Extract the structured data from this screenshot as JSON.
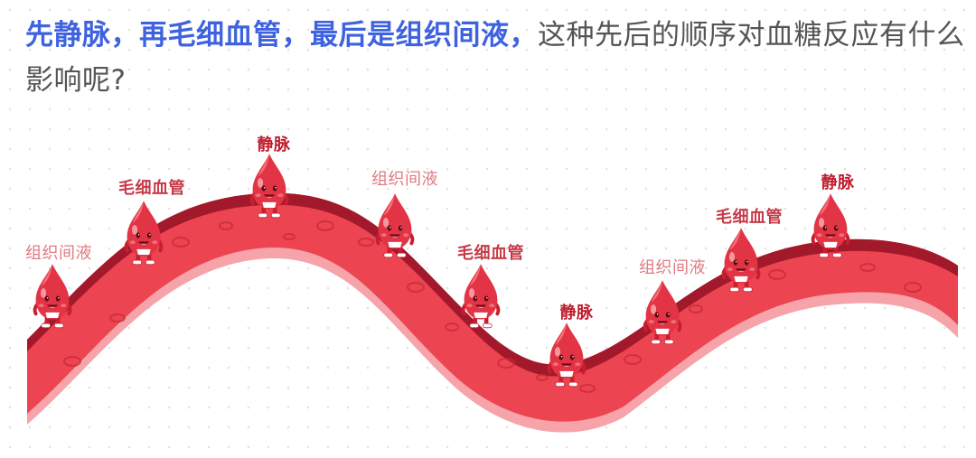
{
  "headline": {
    "highlight": "先静脉，再毛细血管，最后是组织间液，",
    "rest": "这种先后的顺序对血糖反应有什么影响呢?"
  },
  "stages": [
    {
      "type": "tissue",
      "label": "组织间液"
    },
    {
      "type": "cap",
      "label": "毛细血管"
    },
    {
      "type": "vein",
      "label": "静脉"
    },
    {
      "type": "tissue",
      "label": "组织间液"
    },
    {
      "type": "cap",
      "label": "毛细血管"
    },
    {
      "type": "vein",
      "label": "静脉"
    },
    {
      "type": "tissue",
      "label": "组织间液"
    },
    {
      "type": "cap",
      "label": "毛细血管"
    },
    {
      "type": "vein",
      "label": "静脉"
    }
  ],
  "colors": {
    "highlight": "#3f63e0",
    "vessel_top": "#a3192c",
    "vessel": "#ec4450",
    "vessel_bottom": "#f59aa2",
    "drop": "#e23444"
  }
}
